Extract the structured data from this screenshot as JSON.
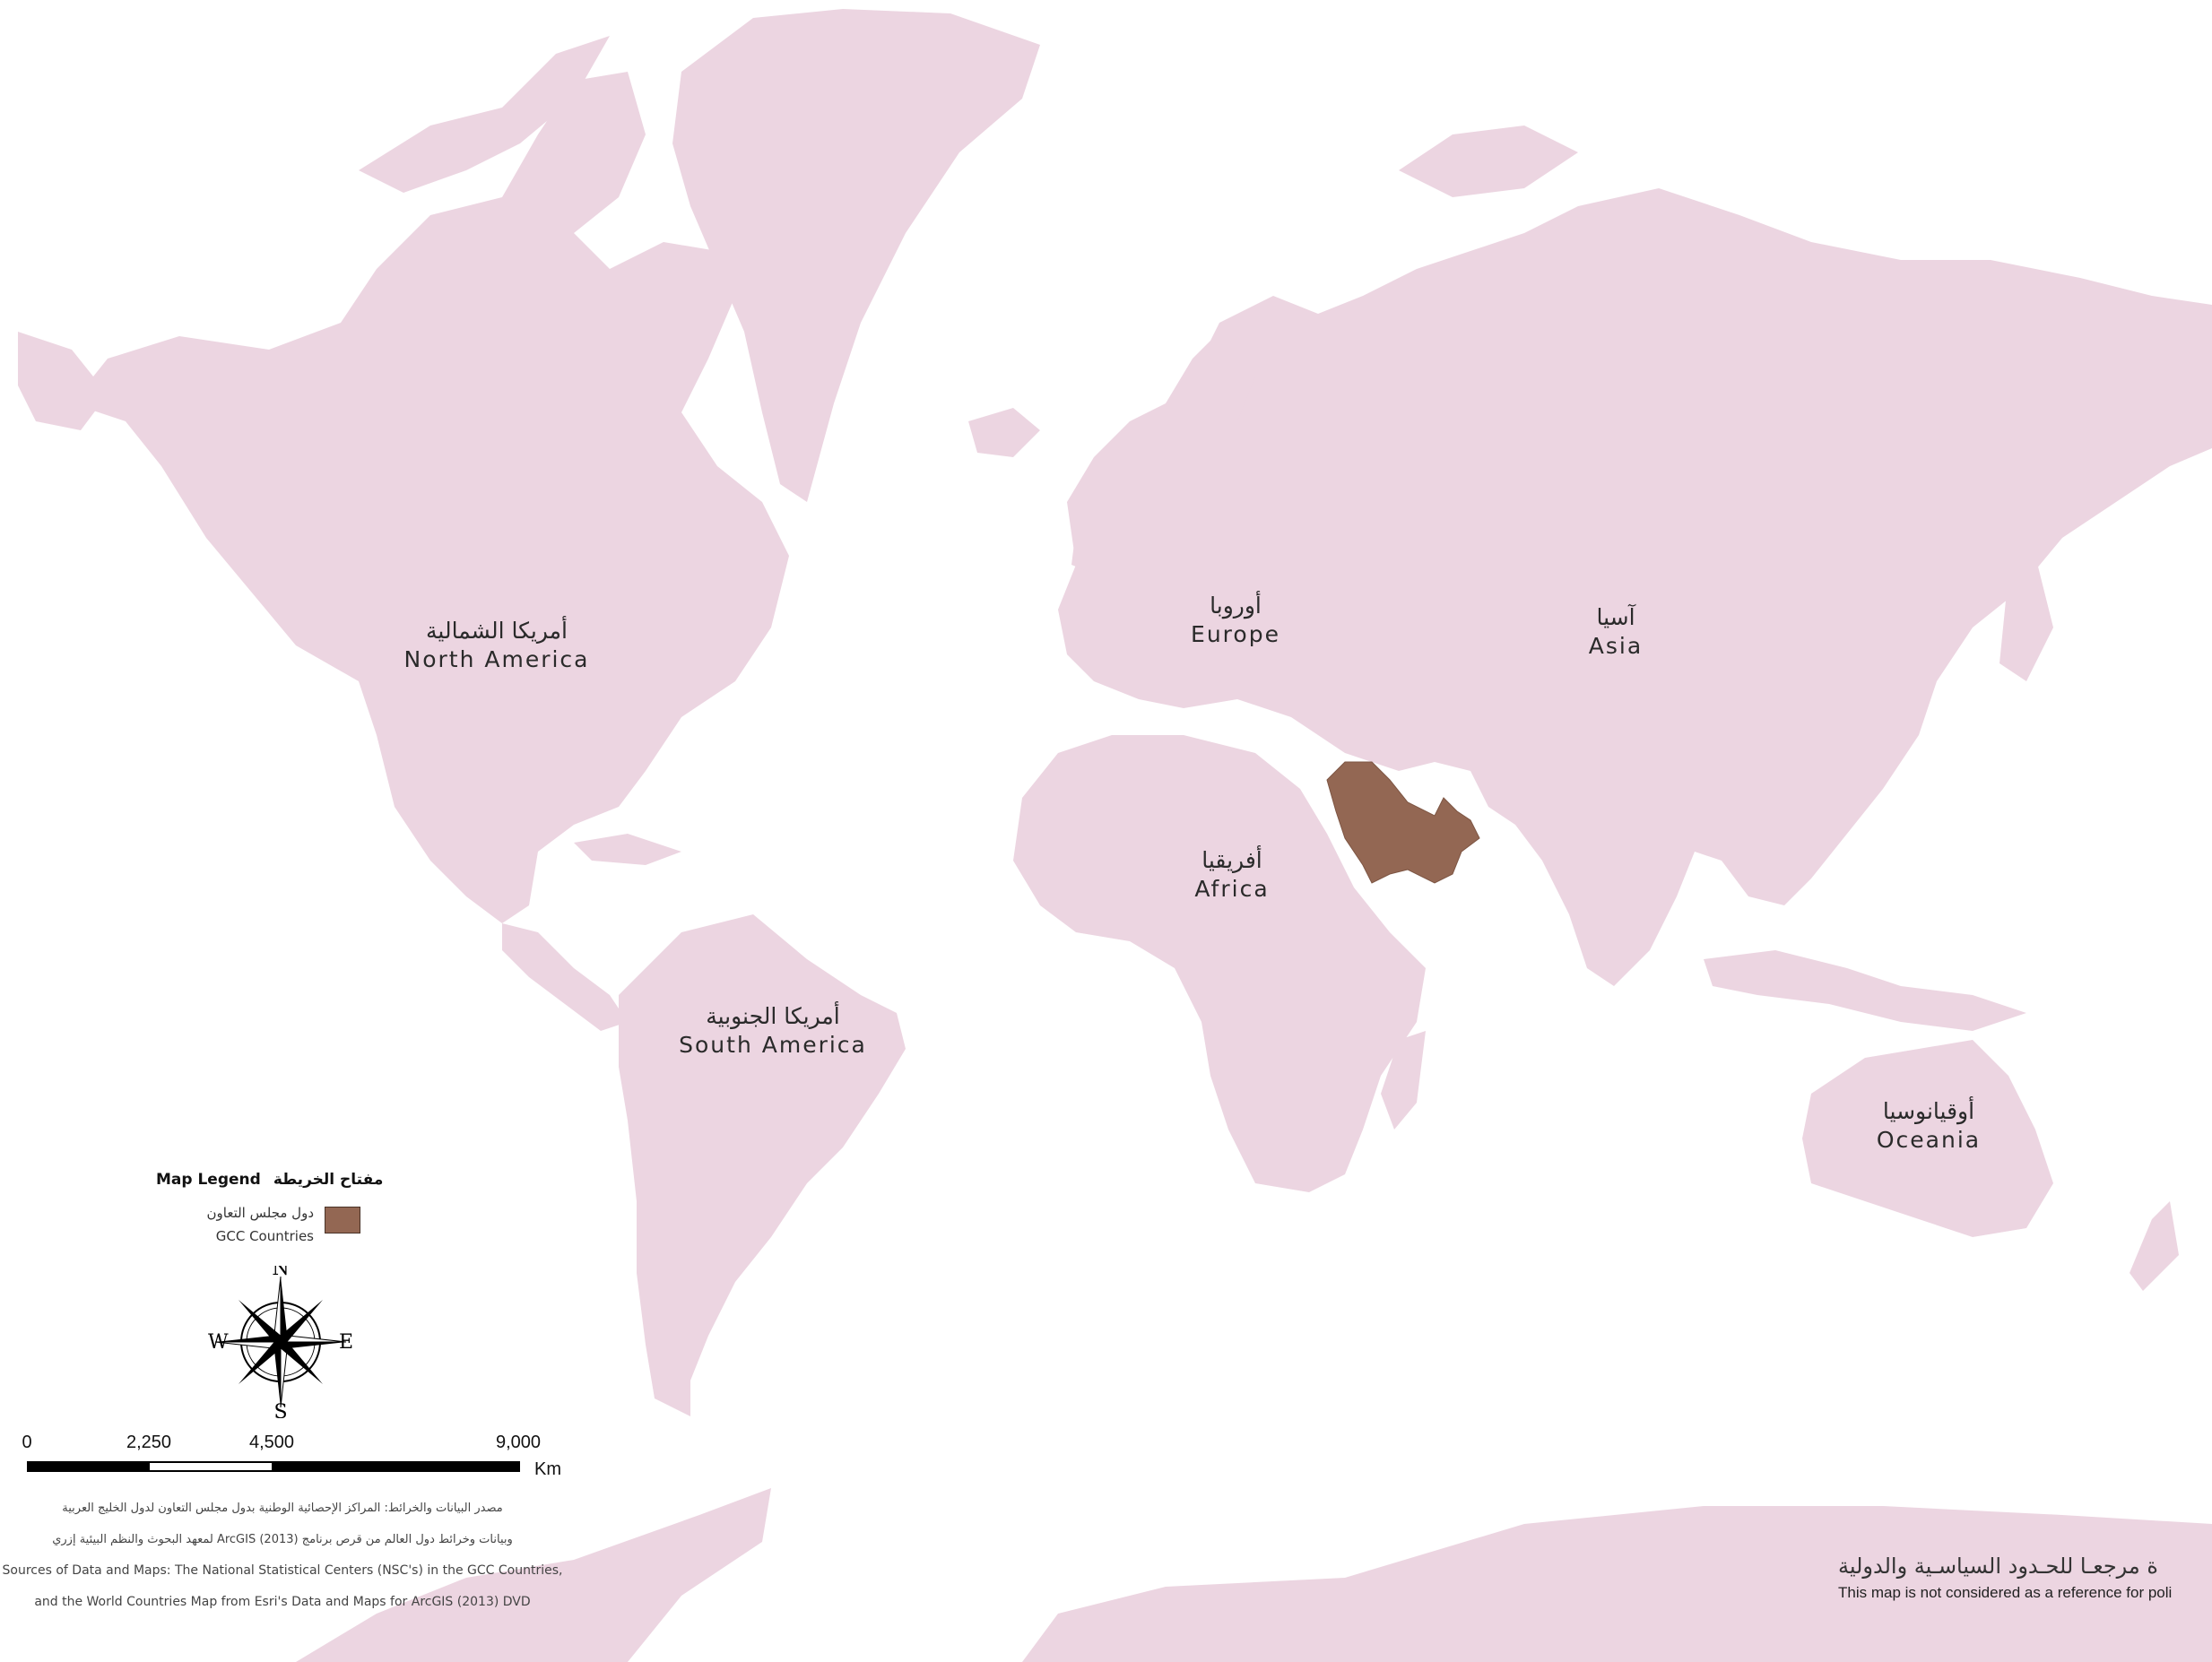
{
  "map": {
    "colors": {
      "land": "#ecd5e1",
      "gcc": "#936753",
      "ocean": "#ffffff"
    },
    "continents": {
      "north_america": {
        "ar": "أمريكا الشمالية",
        "en": "North America"
      },
      "south_america": {
        "ar": "أمريكا الجنوبية",
        "en": "South America"
      },
      "europe": {
        "ar": "أوروبا",
        "en": "Europe"
      },
      "asia": {
        "ar": "آسيا",
        "en": "Asia"
      },
      "africa": {
        "ar": "أفريقيا",
        "en": "Africa"
      },
      "oceania": {
        "ar": "أوقيانوسيا",
        "en": "Oceania"
      }
    }
  },
  "legend": {
    "title_en": "Map Legend",
    "title_ar": "مفتاح الخريطة",
    "item_ar": "دول مجلس التعاون",
    "item_en": "GCC Countries"
  },
  "compass": {
    "n": "N",
    "s": "S",
    "e": "E",
    "w": "W",
    "icon": "compass-rose-icon"
  },
  "scale_bar": {
    "ticks": [
      "0",
      "2,250",
      "4,500",
      "9,000"
    ],
    "unit": "Km"
  },
  "sources": {
    "ar_line1": "مصدر البيانات والخرائط: المراكز الإحصائية الوطنية بدول مجلس التعاون لدول الخليج العربية",
    "ar_line2": "وبيانات وخرائط دول العالم من قرص برنامج ArcGIS (2013) لمعهد البحوث والنظم البيئية إزري",
    "en_line1": "Sources of Data and Maps: The National Statistical Centers (NSC's) in the GCC Countries,",
    "en_line2": "and the World Countries Map from Esri's Data and Maps for ArcGIS (2013) DVD"
  },
  "disclaimer": {
    "ar": "ة مرجعـا للحـدود السياسـية والدولية",
    "en": "This map is not considered as a reference for poli"
  }
}
